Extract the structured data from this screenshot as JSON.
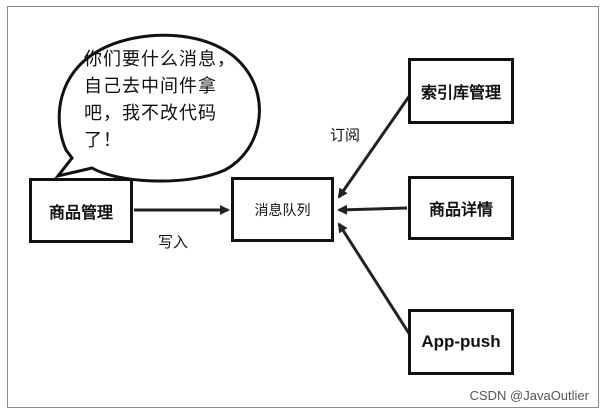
{
  "nodes": {
    "goods_mgmt": "商品管理",
    "message_queue": "消息队列",
    "index_mgmt": "索引库管理",
    "goods_detail": "商品详情",
    "app_push": "App-push"
  },
  "bubble": {
    "text": "你们要什么消息，自己去中间件拿吧，我不改代码了！"
  },
  "edge_labels": {
    "write": "写入",
    "subscribe": "订阅"
  },
  "watermark": "CSDN @JavaOutlier"
}
